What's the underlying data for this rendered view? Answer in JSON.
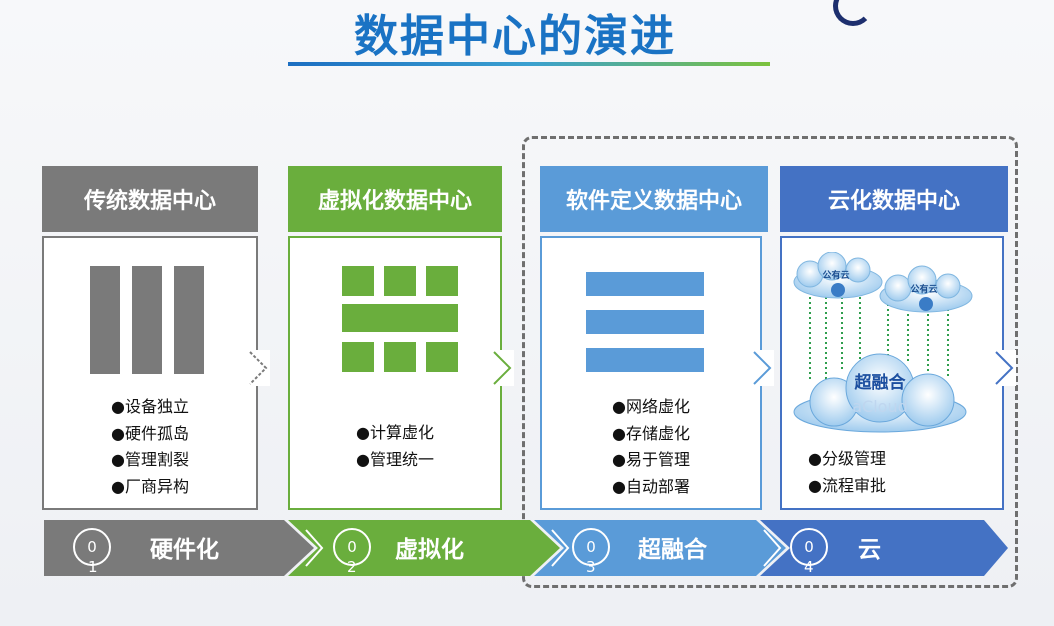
{
  "title": "数据中心的演进",
  "columns": [
    {
      "heading": "传统数据中心",
      "bullets": [
        "●设备独立",
        "●硬件孤岛",
        "●管理割裂",
        "●厂商异构"
      ]
    },
    {
      "heading": "虚拟化数据中心",
      "bullets": [
        "●计算虚化",
        "●管理统一"
      ]
    },
    {
      "heading": "软件定义数据中心",
      "bullets": [
        "●网络虚化",
        "●存储虚化",
        "●易于管理",
        "●自动部署"
      ]
    },
    {
      "heading": "云化数据中心",
      "bullets": [
        "●分级管理",
        "●流程审批"
      ]
    }
  ],
  "cloud_graphic": {
    "public_cloud_label": "公有云",
    "core_label": "超融合",
    "core_sublabel": "aCloud"
  },
  "steps": [
    {
      "num": "0",
      "sub": "1",
      "label": "硬件化"
    },
    {
      "num": "0",
      "sub": "2",
      "label": "虚拟化"
    },
    {
      "num": "0",
      "sub": "3",
      "label": "超融合"
    },
    {
      "num": "0",
      "sub": "4",
      "label": "云"
    }
  ],
  "colors": {
    "gray": "#7a7a7a",
    "green": "#6aae3d",
    "blue": "#5a9bd8",
    "dark_blue": "#4472c4",
    "title": "#1a73c4"
  }
}
